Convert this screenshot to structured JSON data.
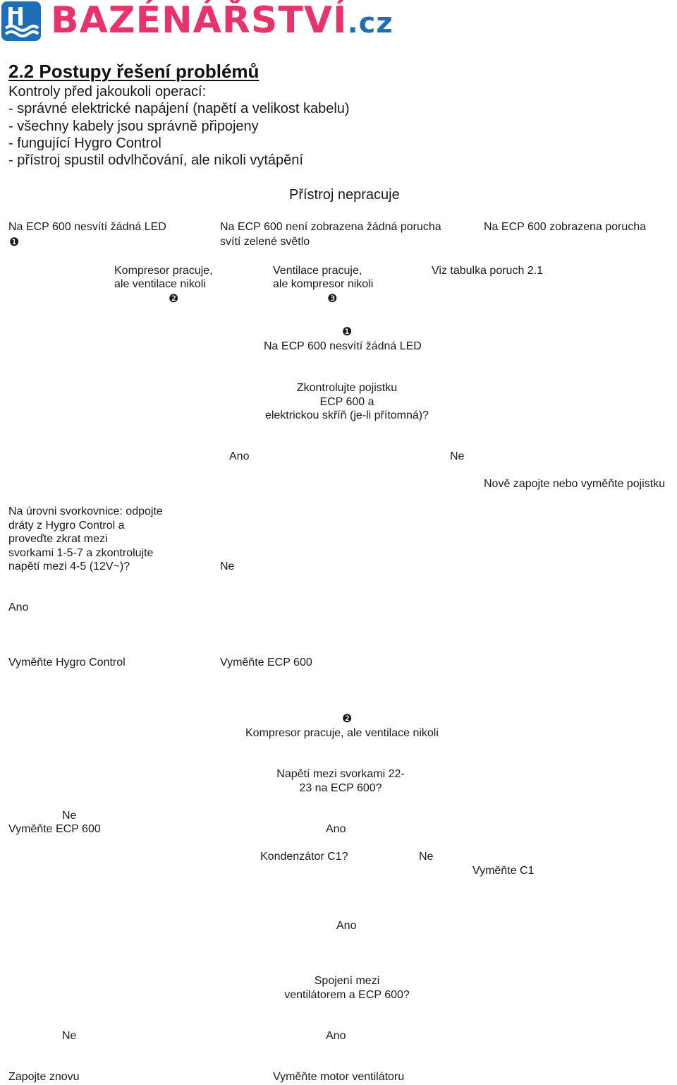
{
  "logo": {
    "name": "BAZÉNÁŘSTVÍ",
    "tld": ".cz",
    "colors": {
      "text": "#e8336a",
      "icon": "#1d6fb8"
    }
  },
  "heading": "2.2 Postupy řešení problémů",
  "intro": {
    "title": "Kontroly před jakoukoli operací:",
    "items": [
      "- správné elektrické napájení (napětí a velikost kabelu)",
      "- všechny kabely jsou správně připojeny",
      "- fungující Hygro Control",
      "- přístroj spustil odvlhčování, ale nikoli vytápění"
    ]
  },
  "top": {
    "title": "Přístroj nepracuje",
    "col1": {
      "text": "Na ECP 600 nesvítí žádná LED",
      "mark": "❶"
    },
    "col2": {
      "line1": "Na ECP 600 není zobrazena žádná porucha",
      "line2": "svítí zelené světlo"
    },
    "col3": "Na  ECP 600 zobrazena porucha",
    "sub1": {
      "line1": "Kompresor pracuje,",
      "line2": "ale ventilace nikoli",
      "mark": "❷"
    },
    "sub2": {
      "line1": "Ventilace pracuje,",
      "line2": "ale kompresor nikoli",
      "mark": "❸"
    },
    "sub3": "Viz tabulka poruch 2.1"
  },
  "flow1": {
    "mark": "❶",
    "title": "Na ECP 600 nesvítí žádná LED",
    "question": [
      "Zkontrolujte pojistku",
      "ECP 600 a",
      "elektrickou skříň (je-li přítomná)?"
    ],
    "yes": "Ano",
    "no": "Ne",
    "no_action": "Nově zapojte nebo vyměňte pojistku",
    "step": [
      "Na úrovni svorkovnice: odpojte",
      "dráty z Hygro Control a",
      "proveďte zkrat mezi",
      "svorkami 1-5-7 a zkontrolujte",
      "napětí mezi 4-5 (12V~)?"
    ],
    "step_no": "Ne",
    "step_yes": "Ano",
    "action_yes": "Vyměňte Hygro Control",
    "action_no": "Vyměňte ECP 600"
  },
  "flow2": {
    "mark": "❷",
    "title": "Kompresor pracuje, ale ventilace nikoli",
    "question": [
      "Napětí mezi svorkami 22-",
      "23 na ECP 600?"
    ],
    "no": "Ne",
    "no_action": "Vyměňte ECP 600",
    "yes": "Ano",
    "cap_q": "Kondenzátor C1?",
    "cap_no": "Ne",
    "cap_no_action": "Vyměňte C1",
    "cap_yes": "Ano",
    "conn_q": [
      "Spojení mezi",
      "ventilátorem a ECP 600?"
    ],
    "conn_no": "Ne",
    "conn_yes": "Ano",
    "conn_no_action": "Zapojte znovu",
    "conn_yes_action": "Vyměňte motor ventilátoru"
  }
}
